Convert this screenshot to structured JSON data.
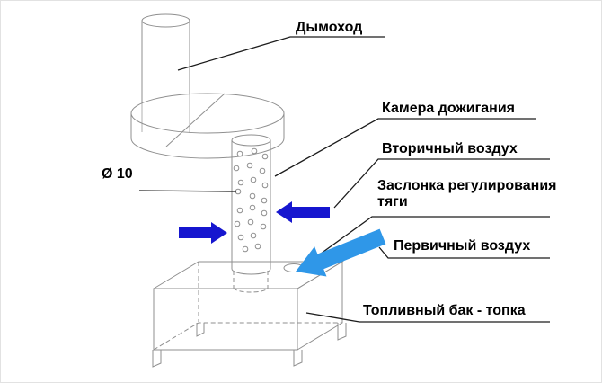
{
  "diagram": {
    "labels": {
      "chimney": "Дымоход",
      "afterburner_chamber": "Камера дожигания",
      "secondary_air": "Вторичный воздух",
      "damper_line1": "Заслонка регулирования",
      "damper_line2": "тяги",
      "primary_air": "Первичный воздух",
      "fuel_tank": "Топливный бак - топка",
      "hole_diameter": "Ø 10"
    },
    "colors": {
      "background": "#ffffff",
      "outline": "#8f8f8f",
      "leader": "#1c1c1c",
      "text": "#000000",
      "arrow_small": "#1616cf",
      "arrow_large": "#2f97e8"
    }
  }
}
